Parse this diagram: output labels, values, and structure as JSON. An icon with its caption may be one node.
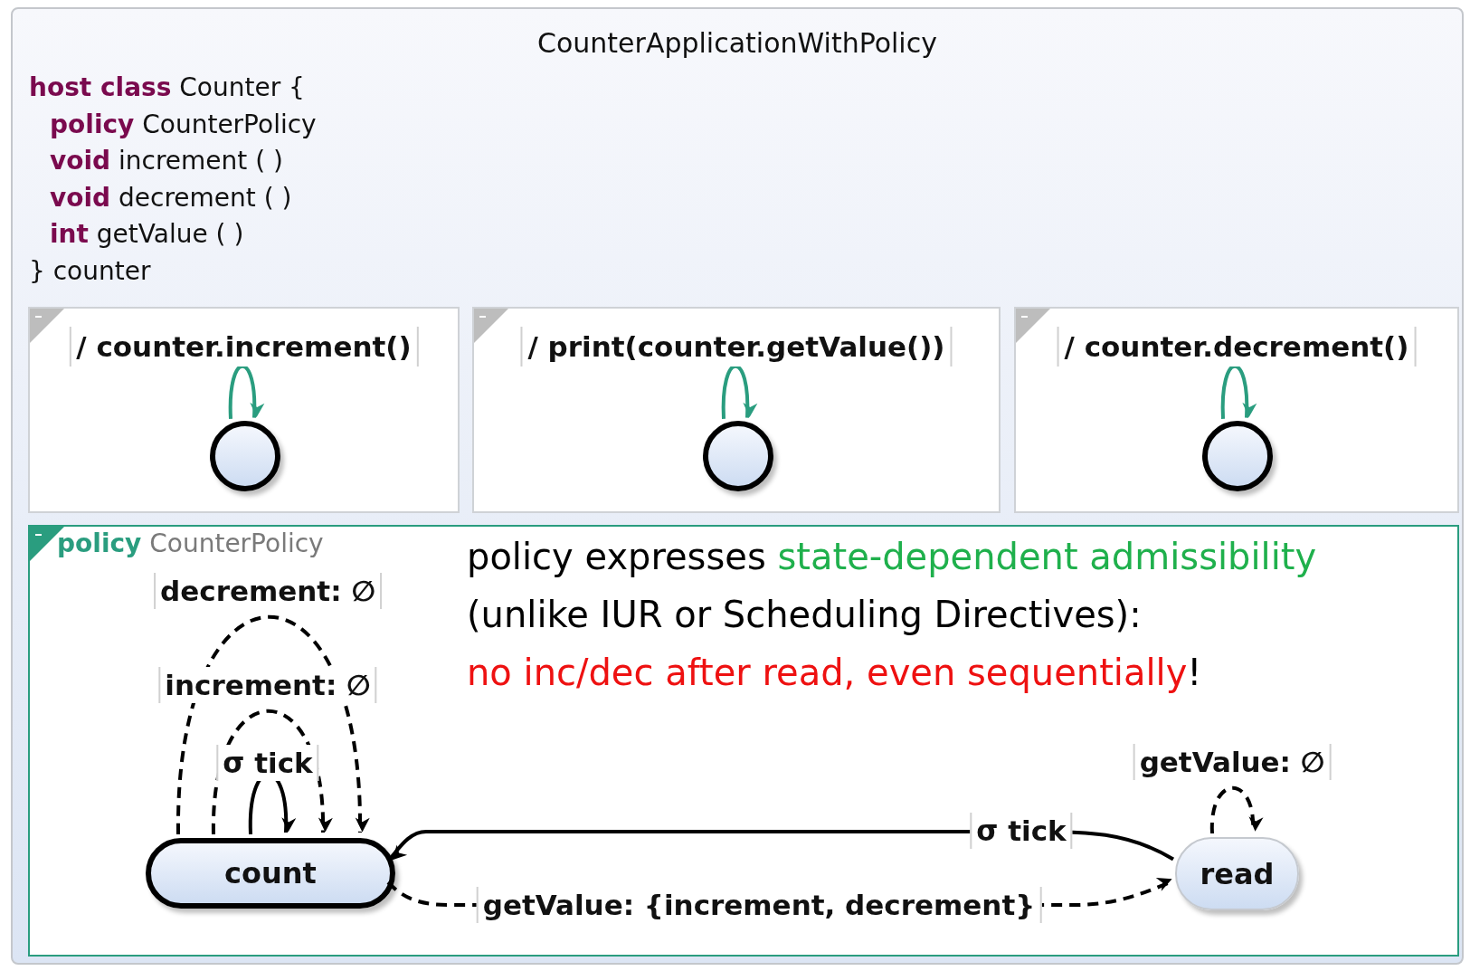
{
  "diagram": {
    "nodes": [
      {
        "text": [
          "CounterApplicationWithPolicy",
          "**host class** Counter {",
          "**policy** CounterPolicy",
          "**void** increment ( )",
          "**void** decrement ( )",
          "**int** getValue ( )",
          "} counter"
        ]
      },
      {
        "text": [
          "/ counter.increment()"
        ],
        "in": 0
      },
      {
        "text": [],
        "shape": "circle",
        "in": 1
      },
      {
        "text": [
          "/ print(counter.getValue())"
        ],
        "in": 0
      },
      {
        "text": [],
        "shape": "circle",
        "in": 3
      },
      {
        "text": [
          "/ counter.decrement()"
        ],
        "in": 0
      },
      {
        "text": [],
        "shape": "circle",
        "in": 5
      },
      {
        "text": [
          "**policy** CounterPolicy"
        ],
        "in": 0
      },
      {
        "text": [
          "count"
        ],
        "in": 7
      },
      {
        "text": [
          "read"
        ],
        "in": 7
      }
    ],
    "edges": [
      {
        "from": 2,
        "to": 2,
        "arrow": "to",
        "color": "#2a9d7f"
      },
      {
        "from": 4,
        "to": 4,
        "arrow": "to",
        "color": "#2a9d7f"
      },
      {
        "from": 6,
        "to": 6,
        "arrow": "to",
        "color": "#2a9d7f"
      },
      {
        "from": 8,
        "to": 8,
        "arrow": "to",
        "label": "σ tick"
      },
      {
        "from": 8,
        "to": 8,
        "arrow": "to",
        "label": "increment: ∅",
        "style": "dashed"
      },
      {
        "from": 8,
        "to": 8,
        "arrow": "to",
        "label": "decrement: ∅",
        "style": "dashed"
      },
      {
        "from": 9,
        "to": 8,
        "arrow": "to",
        "label": "σ tick"
      },
      {
        "from": 8,
        "to": 9,
        "arrow": "to",
        "label": "getValue: {increment, decrement}",
        "style": "dashed"
      },
      {
        "from": 9,
        "to": 9,
        "arrow": "to",
        "label": "getValue: ∅",
        "style": "dashed"
      }
    ],
    "labels": [
      "policy expresses",
      "state-dependent admissibility",
      "(unlike IUR or Scheduling Directives):",
      "no inc/dec after read, even sequentially",
      "!"
    ]
  }
}
